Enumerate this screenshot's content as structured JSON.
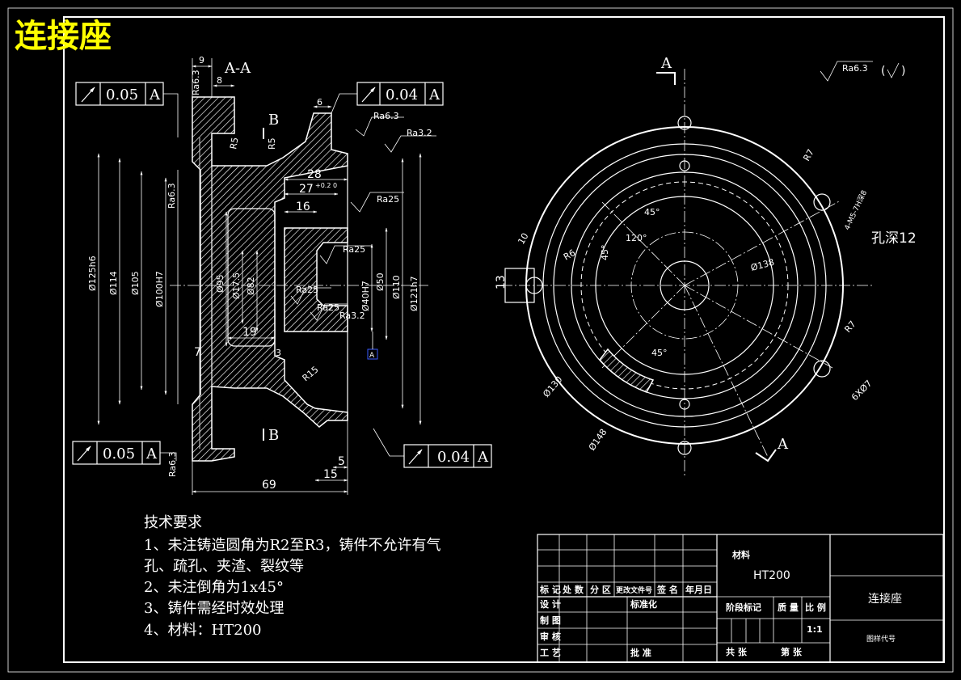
{
  "title": "连接座",
  "section_label": "A-A",
  "section_b_top": "B",
  "section_b_bottom": "B",
  "cut_a_top": "A",
  "cut_a_bottom": "A",
  "hole_depth_note": "孔深12",
  "tolerance_frames": [
    {
      "value": "0.05",
      "datum": "A"
    },
    {
      "value": "0.04",
      "datum": "A"
    },
    {
      "value": "0.05",
      "datum": "A"
    },
    {
      "value": "0.04",
      "datum": "A"
    }
  ],
  "surface_roughness": {
    "ra63": "Ra6.3",
    "ra32": "Ra3.2",
    "ra25": "Ra25"
  },
  "section_dims": {
    "d9": "9",
    "d8": "8",
    "d6": "6",
    "r5": "R5",
    "r5b": "R5",
    "d28": "28",
    "d27": "27",
    "d27_tol": "+0.2 0",
    "d16": "16",
    "d19": "19",
    "d7": "7",
    "d3": "3",
    "r15": "R15",
    "d69": "69",
    "d15": "15",
    "d5": "5",
    "phi125": "Ø125h6",
    "phi114": "Ø114",
    "phi105": "Ø105",
    "phi100": "Ø100H7",
    "phi95": "Ø95",
    "phi175": "Ø17.5",
    "phi82": "Ø82",
    "phi40": "Ø40H7",
    "phi50": "Ø50",
    "phi110": "Ø110",
    "phi121": "Ø121h7",
    "datum_box": "A"
  },
  "front_dims": {
    "r7a": "R7",
    "r7b": "R7",
    "thread": "4-M5-7H深8",
    "angle45a": "45°",
    "angle45b": "45°",
    "angle45c": "45°",
    "angle120": "120°",
    "phi138": "Ø138",
    "phi130": "Ø130",
    "phi148": "Ø148",
    "r6": "R6",
    "d10": "10",
    "d13": "13",
    "holes6": "6XØ7"
  },
  "notes": {
    "heading": "技术要求",
    "lines": [
      "1、未注铸造圆角为R2至R3，铸件不允许有气",
      "孔、疏孔、夹渣、裂纹等",
      "2、未注倒角为1x45°",
      "3、铸件需经时效处理",
      "4、材料：HT200"
    ]
  },
  "title_block": {
    "material_label": "材料",
    "material_value": "HT200",
    "part_name": "连接座",
    "drawing_no_label": "图样代号",
    "stage_label": "阶段标记",
    "weight_label": "质 量",
    "scale_label": "比 例",
    "scale_value": "1:1",
    "total_sheets": "共    张",
    "sheet_no": "第    张",
    "row_marks": "标 记",
    "row_count": "处 数",
    "row_zone": "分 区",
    "row_change": "更改文件号",
    "row_sign": "签 名",
    "row_date": "年月日",
    "designer": "设 计",
    "standardize": "标准化",
    "drafter": "制 图",
    "reviewer": "审 核",
    "process": "工 艺",
    "approve": "批 准"
  }
}
